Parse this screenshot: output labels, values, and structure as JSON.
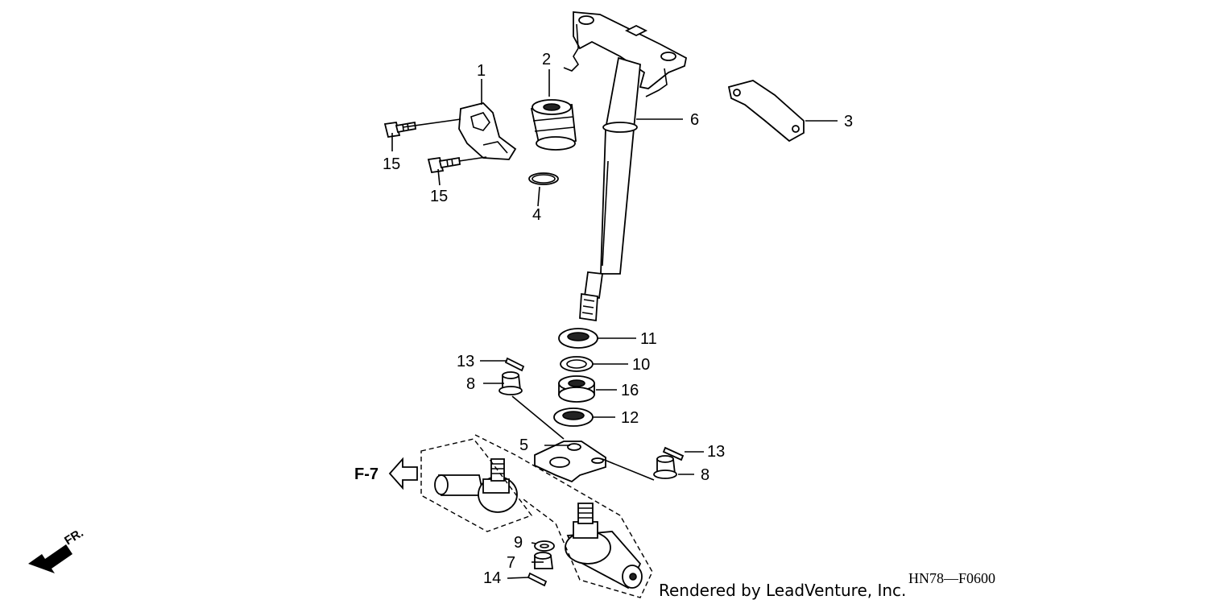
{
  "diagram": {
    "callouts": {
      "c1": "1",
      "c2": "2",
      "c3": "3",
      "c4": "4",
      "c5": "5",
      "c6": "6",
      "c7": "7",
      "c8a": "8",
      "c8b": "8",
      "c9": "9",
      "c10": "10",
      "c11": "11",
      "c12": "12",
      "c13a": "13",
      "c13b": "13",
      "c14": "14",
      "c15a": "15",
      "c15b": "15",
      "c16": "16"
    },
    "reference_label": "F-7",
    "front_label": "FR.",
    "credit": "Rendered by LeadVenture, Inc.",
    "diagram_code": "HN78—F0600"
  }
}
